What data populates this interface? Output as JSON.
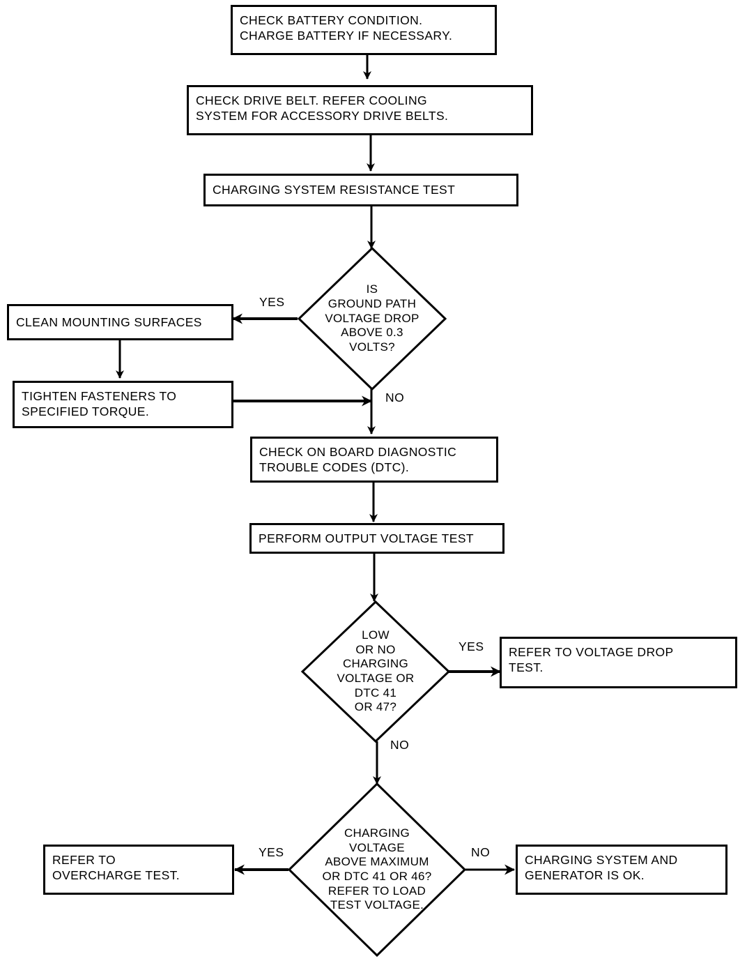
{
  "diagram": {
    "title": "Charging System Diagnostic Flowchart",
    "type": "flowchart",
    "colors": {
      "stroke": "#000000",
      "fill": "#ffffff",
      "text": "#000000"
    },
    "nodes": [
      {
        "id": "check-battery",
        "shape": "process",
        "text": "CHECK BATTERY CONDITION.\nCHARGE BATTERY IF NECESSARY."
      },
      {
        "id": "check-drive-belt",
        "shape": "process",
        "text": "CHECK DRIVE BELT. REFER   COOLING\nSYSTEM FOR ACCESSORY DRIVE BELTS."
      },
      {
        "id": "resistance-test",
        "shape": "process",
        "text": "CHARGING SYSTEM RESISTANCE TEST"
      },
      {
        "id": "ground-path-decision",
        "shape": "decision",
        "text": "IS\nGROUND PATH\nVOLTAGE DROP\nABOVE 0.3\nVOLTS?"
      },
      {
        "id": "clean-mounting-surfaces",
        "shape": "process",
        "text": "CLEAN MOUNTING SURFACES"
      },
      {
        "id": "tighten-fasteners",
        "shape": "process",
        "text": "TIGHTEN FASTENERS TO\nSPECIFIED TORQUE."
      },
      {
        "id": "check-dtc",
        "shape": "process",
        "text": "CHECK ON BOARD DIAGNOSTIC\nTROUBLE CODES (DTC)."
      },
      {
        "id": "output-voltage-test",
        "shape": "process",
        "text": "PERFORM OUTPUT VOLTAGE TEST"
      },
      {
        "id": "low-charging-decision",
        "shape": "decision",
        "text": "LOW\nOR NO\nCHARGING\nVOLTAGE OR\nDTC  41\nOR 47?"
      },
      {
        "id": "refer-voltage-drop-test",
        "shape": "process",
        "text": "REFER TO VOLTAGE DROP\nTEST."
      },
      {
        "id": "above-maximum-decision",
        "shape": "decision",
        "text": "CHARGING\nVOLTAGE\nABOVE MAXIMUM\nOR DTC 41 OR 46?\nREFER TO LOAD\nTEST VOLTAGE."
      },
      {
        "id": "refer-overcharge-test",
        "shape": "process",
        "text": "REFER TO\nOVERCHARGE TEST."
      },
      {
        "id": "system-ok",
        "shape": "process",
        "text": "CHARGING SYSTEM AND\nGENERATOR IS OK."
      }
    ],
    "edge_labels": {
      "ground_path_yes": "YES",
      "ground_path_no": "NO",
      "low_charging_yes": "YES",
      "low_charging_no": "NO",
      "above_maximum_yes": "YES",
      "above_maximum_no": "NO"
    }
  }
}
